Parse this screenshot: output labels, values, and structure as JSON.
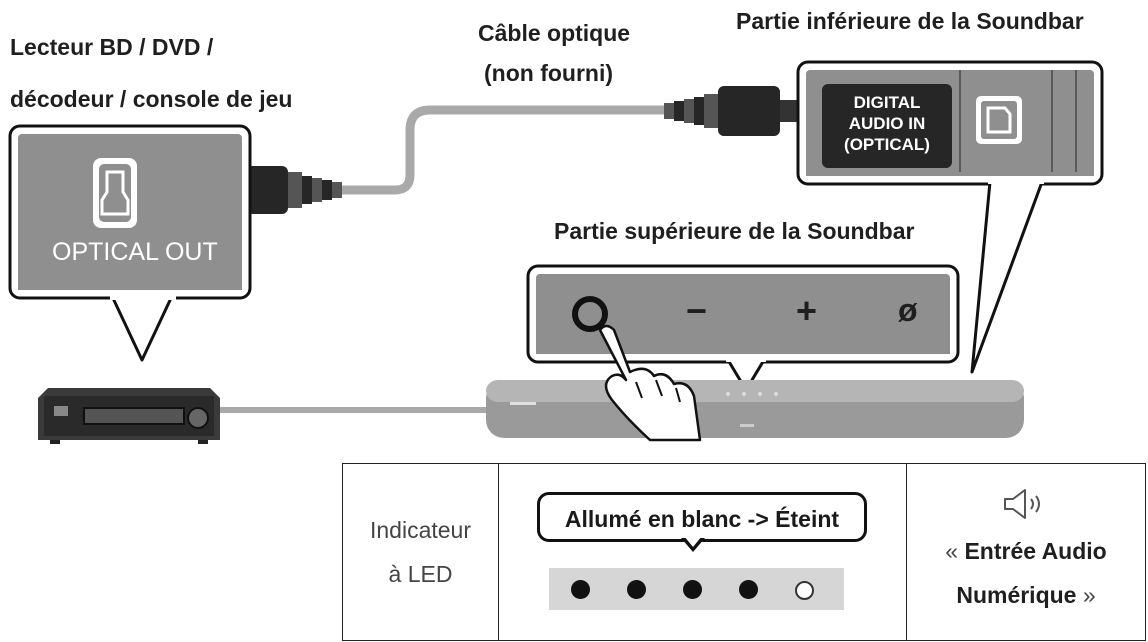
{
  "labels": {
    "source_device": [
      "Lecteur BD / DVD /",
      "décodeur / console de jeu"
    ],
    "cable": [
      "Câble optique",
      "(non fourni)"
    ],
    "soundbar_bottom": "Partie inférieure de la Soundbar",
    "soundbar_top": "Partie supérieure de la Soundbar",
    "optical_out": "OPTICAL OUT",
    "digital_audio_in": [
      "DIGITAL",
      "AUDIO IN",
      "(OPTICAL)"
    ],
    "buttons": {
      "minus": "−",
      "plus": "+",
      "mic_off": "ø"
    }
  },
  "led_table": {
    "indicator_label": [
      "Indicateur",
      "à LED"
    ],
    "callout_text": "Allumé en blanc -> Éteint",
    "leds": [
      true,
      true,
      true,
      true,
      false
    ],
    "message_open_quote": "« ",
    "message_line1": "Entrée Audio",
    "message_line2": "Numérique",
    "message_close_quote": " »",
    "speaker_icon": "speaker-sound-icon"
  }
}
